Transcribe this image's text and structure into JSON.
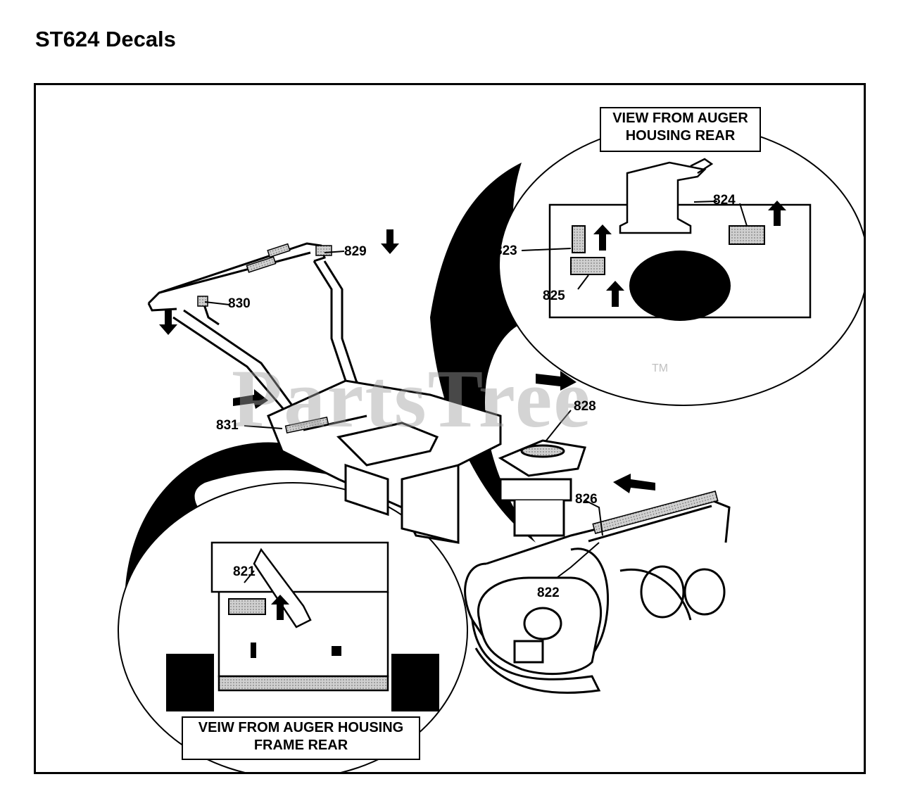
{
  "page": {
    "title": "ST624 Decals"
  },
  "watermark": {
    "text": "PartsTree",
    "trademark": "TM"
  },
  "views": {
    "auger_housing_rear": {
      "line1": "VIEW FROM AUGER",
      "line2": "HOUSING REAR"
    },
    "auger_housing_frame_rear": {
      "line1": "VEIW FROM AUGER HOUSING",
      "line2": "FRAME REAR"
    }
  },
  "callouts": [
    {
      "id": "829",
      "label": "829"
    },
    {
      "id": "830",
      "label": "830"
    },
    {
      "id": "831",
      "label": "831"
    },
    {
      "id": "828",
      "label": "828"
    },
    {
      "id": "826",
      "label": "826"
    },
    {
      "id": "822",
      "label": "822"
    },
    {
      "id": "821",
      "label": "821"
    },
    {
      "id": "823",
      "label": "823"
    },
    {
      "id": "824",
      "label": "824"
    },
    {
      "id": "825",
      "label": "825"
    }
  ],
  "colors": {
    "ink": "#000000",
    "decal": "#c8c8c8",
    "paper": "#ffffff"
  }
}
